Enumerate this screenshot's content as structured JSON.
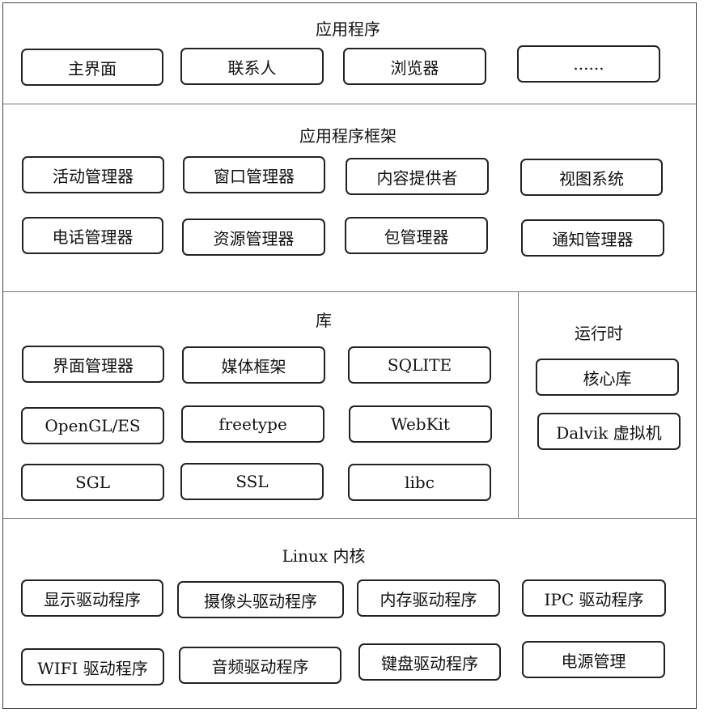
{
  "applications": {
    "title": "应用程序",
    "items": [
      "主界面",
      "联系人",
      "浏览器",
      "......"
    ]
  },
  "framework": {
    "title": "应用程序框架",
    "items": [
      "活动管理器",
      "窗口管理器",
      "内容提供者",
      "视图系统",
      "电话管理器",
      "资源管理器",
      "包管理器",
      "通知管理器"
    ]
  },
  "libraries": {
    "title": "库",
    "items": [
      "界面管理器",
      "媒体框架",
      "SQLITE",
      "OpenGL/ES",
      "freetype",
      "WebKit",
      "SGL",
      "SSL",
      "libc"
    ]
  },
  "runtime": {
    "title": "运行时",
    "items": [
      "核心库",
      "Dalvik 虚拟机"
    ]
  },
  "kernel": {
    "title": "Linux 内核",
    "items": [
      "显示驱动程序",
      "摄像头驱动程序",
      "内存驱动程序",
      "IPC 驱动程序",
      "WIFI 驱动程序",
      "音频驱动程序",
      "键盘驱动程序",
      "电源管理"
    ]
  }
}
